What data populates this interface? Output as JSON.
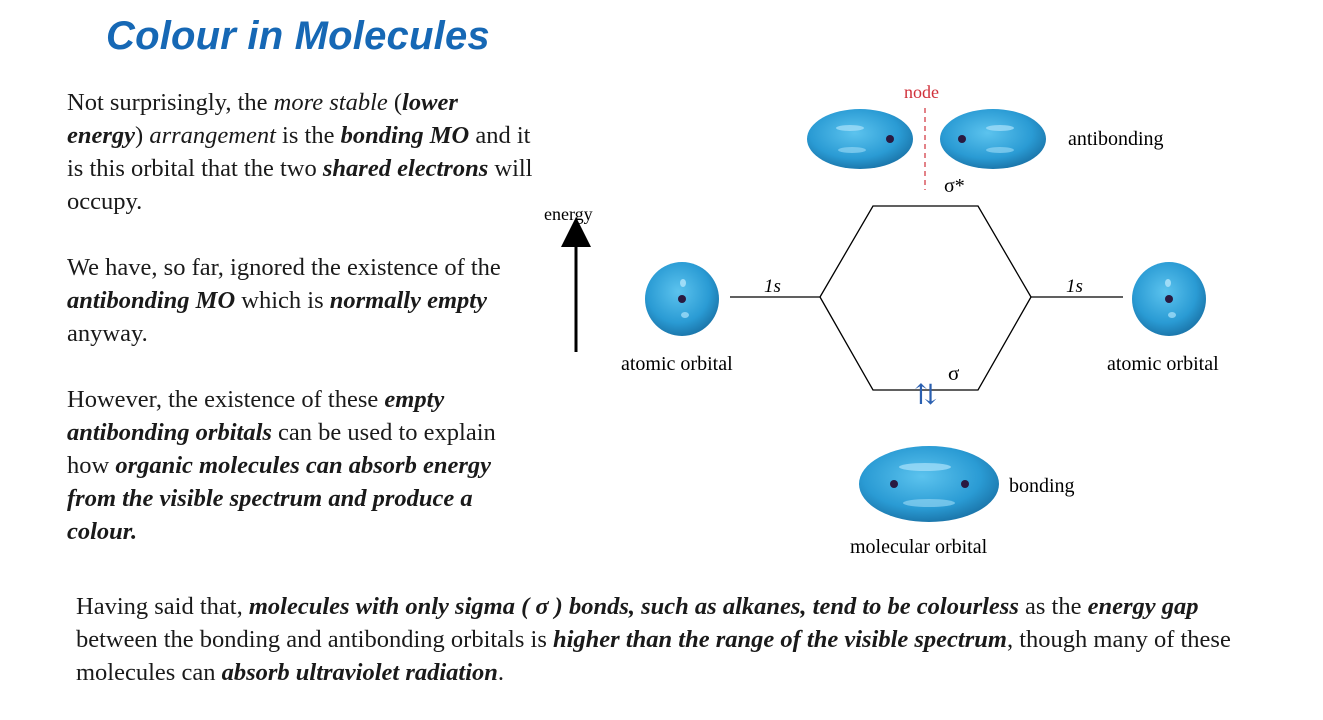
{
  "title": "Colour in Molecules",
  "paragraph1": {
    "t1": "Not surprisingly, the ",
    "t2": "more stable",
    "t3": " (",
    "t4": "lower energy",
    "t5": ") ",
    "t6": "arrangement",
    "t7": " is the ",
    "t8": "bonding MO",
    "t9": " and it is this orbital that the two ",
    "t10": "shared electrons",
    "t11": " will occupy."
  },
  "paragraph2": {
    "t1": "We have, so far, ignored the existence of the ",
    "t2": "antibonding MO",
    "t3": " which is ",
    "t4": "normally empty",
    "t5": " anyway."
  },
  "paragraph3": {
    "t1": "However, the existence of these ",
    "t2": "empty antibonding orbitals",
    "t3": " can be used to explain how ",
    "t4": "organic molecules can absorb energy from the visible spectrum and produce a colour."
  },
  "paragraph4": {
    "t1": "Having said that, ",
    "t2": "molecules with only sigma ( σ ) bonds, such as alkanes, tend to be colourless",
    "t3": " as the ",
    "t4": "energy gap",
    "t5": " between the bonding and antibonding orbitals is ",
    "t6": "higher than the range of the visible spectrum",
    "t7": ", though many of these molecules can ",
    "t8": "absorb ultraviolet radiation",
    "t9": "."
  },
  "diagram": {
    "node_label": "node",
    "antibonding_label": "antibonding",
    "sigma_star_label": "σ*",
    "energy_label": "energy",
    "left_1s_label": "1s",
    "right_1s_label": "1s",
    "left_atomic_label": "atomic orbital",
    "right_atomic_label": "atomic orbital",
    "sigma_label": "σ",
    "electrons_label": "⇅",
    "bonding_label": "bonding",
    "molecular_label": "molecular orbital",
    "colors": {
      "orbital": "#2a9bd4",
      "orbital_dark": "#1c78ad",
      "node_line": "#d0303a",
      "nucleus": "#2a1a40",
      "electron_arrows": "#2a5fb0",
      "title": "#1668b5"
    }
  }
}
